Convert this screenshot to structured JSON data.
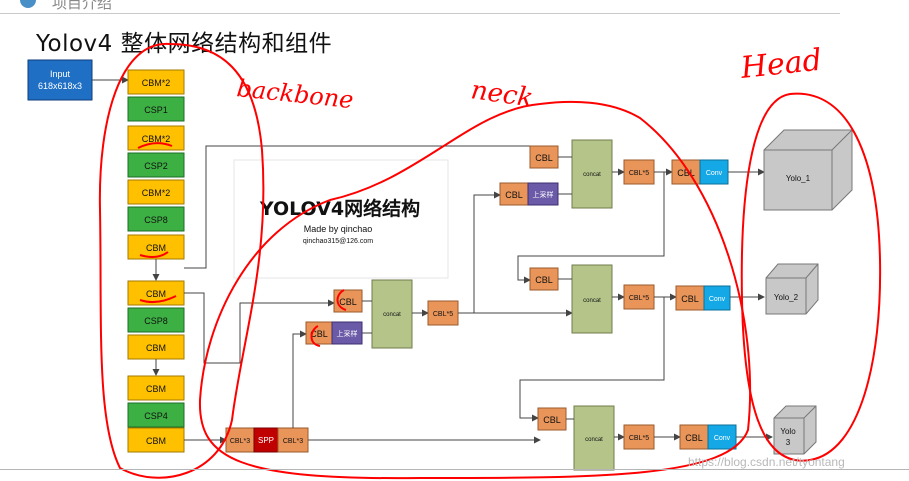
{
  "header": {
    "section": "项目介绍"
  },
  "title": "Yolov4 整体网络结构和组件",
  "input_box": {
    "line1": "Input",
    "line2": "618x618x3"
  },
  "backbone": [
    "CBM*2",
    "CSP1",
    "CBM*2",
    "CSP2",
    "CBM*2",
    "CSP8",
    "CBM",
    "CBM",
    "CSP8",
    "CBM",
    "CBM",
    "CSP4",
    "CBM"
  ],
  "center_panel": {
    "title": "YOLOV4网络结构",
    "author": "Made by qinchao",
    "email": "qinchao315@126.com"
  },
  "neck": {
    "cbl": "CBL",
    "cbl3": "CBL*3",
    "spp": "SPP",
    "cbl5": "CBL*5",
    "concat": "concat",
    "upsample": "上采样"
  },
  "head": {
    "conv": "Conv",
    "out1": "Yolo_1",
    "out2": "Yolo_2",
    "out3_a": "Yolo",
    "out3_b": "3"
  },
  "annotations": {
    "backbone": "backbone",
    "neck": "neck",
    "head": "Head"
  },
  "watermark": "https://blog.csdn.net/tyontang",
  "colors": {
    "orange": "#FFC000",
    "green": "#3CB043",
    "blue": "#1F6FC5",
    "cbl": "#E9955A",
    "concat": "#B5C58A",
    "purple": "#6B5AA8",
    "conv": "#14A9E6",
    "spp": "#C00000",
    "red_ink": "#FF0000"
  }
}
